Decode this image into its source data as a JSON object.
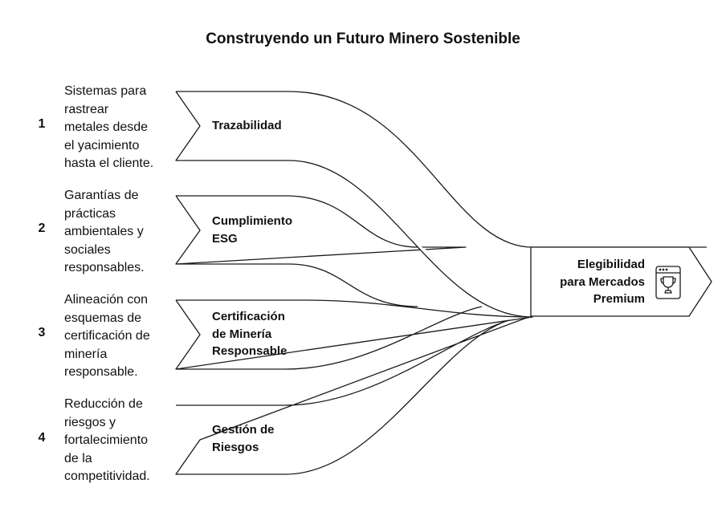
{
  "title": "Construyendo un Futuro Minero Sostenible",
  "steps": [
    {
      "number": "1",
      "description": "Sistemas para\nrastrear\nmetales desde\nel yacimiento\nhasta el cliente.",
      "label": "Trazabilidad"
    },
    {
      "number": "2",
      "description": "Garantías de\nprácticas\nambientales y\nsociales\nresponsables.",
      "label": "Cumplimiento\nESG"
    },
    {
      "number": "3",
      "description": "Alineación con\nesquemas de\ncertificación de\nminería\nresponsable.",
      "label": "Certificación\nde Minería\nResponsable"
    },
    {
      "number": "4",
      "description": "Reducción de\nriesgos y\nfortalecimiento\nde la\ncompetitividad.",
      "label": "Gestión de\nRiesgos"
    }
  ],
  "result": {
    "label": "Elegibilidad\npara Mercados\nPremium",
    "icon": "trophy-icon"
  }
}
